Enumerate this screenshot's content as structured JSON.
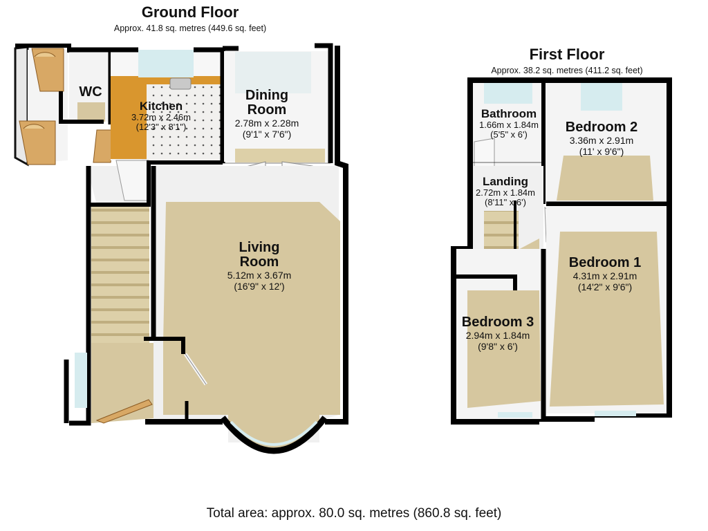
{
  "ground_floor": {
    "title": "Ground Floor",
    "area": "Approx. 41.8 sq. metres (449.6 sq. feet)",
    "rooms": {
      "wc": {
        "name": "WC"
      },
      "kitchen": {
        "name": "Kitchen",
        "metric": "3.72m x 2.46m",
        "imperial": "(12'3\" x 8'1\")"
      },
      "dining": {
        "name_line1": "Dining",
        "name_line2": "Room",
        "metric": "2.78m x 2.28m",
        "imperial": "(9'1\" x 7'6\")"
      },
      "living": {
        "name_line1": "Living",
        "name_line2": "Room",
        "metric": "5.12m x 3.67m",
        "imperial": "(16'9\" x 12')"
      }
    }
  },
  "first_floor": {
    "title": "First Floor",
    "area": "Approx. 38.2 sq. metres (411.2 sq. feet)",
    "rooms": {
      "bathroom": {
        "name": "Bathroom",
        "metric": "1.66m x 1.84m",
        "imperial": "(5'5\" x 6')"
      },
      "bedroom2": {
        "name": "Bedroom 2",
        "metric": "3.36m x 2.91m",
        "imperial": "(11' x 9'6\")"
      },
      "landing": {
        "name": "Landing",
        "metric": "2.72m x 1.84m",
        "imperial": "(8'11\" x 6')"
      },
      "bedroom1": {
        "name": "Bedroom 1",
        "metric": "4.31m x 2.91m",
        "imperial": "(14'2\" x 9'6\")"
      },
      "bedroom3": {
        "name": "Bedroom 3",
        "metric": "2.94m x 1.84m",
        "imperial": "(9'8\" x 6')"
      }
    }
  },
  "total_area": "Total area: approx. 80.0 sq. metres (860.8 sq. feet)",
  "colors": {
    "wall": "#0a0a0a",
    "wall_face": "#f2f2f2",
    "carpet": "#c9b98c",
    "kitchen_floor": "#ecebea",
    "worktop": "#d9962e",
    "door_wood": "#d8a865",
    "glass": "#d6ecef"
  }
}
